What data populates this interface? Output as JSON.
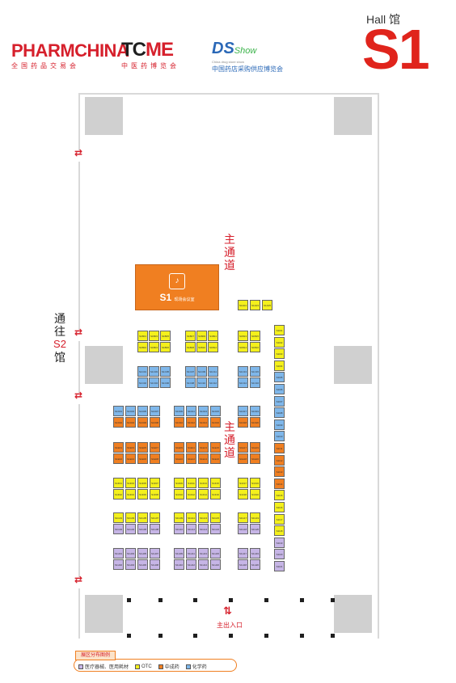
{
  "header": {
    "pharmchina_title": "PHARMCHINA",
    "pharmchina_subtitle": "全国药品交易会",
    "tcme_title_a": "TC",
    "tcme_title_b": "ME",
    "tcme_subtitle": "中医药博览会",
    "dss_title_a": "DS",
    "dss_title_b": "Show",
    "dss_small": "China drug store show",
    "dss_subtitle": "中国药店采购供应博览会",
    "hall_word": "Hall 馆",
    "hall_code": "S1"
  },
  "onsite_office": {
    "icon": "♪",
    "code": "S1",
    "label": "现场会议室"
  },
  "main_aisle_1": [
    "主",
    "通",
    "道"
  ],
  "main_aisle_2": [
    "主",
    "通",
    "道"
  ],
  "to_s2": {
    "top": [
      "通",
      "往"
    ],
    "code": "S2",
    "bottom": "馆"
  },
  "exit": {
    "arrow": "⇅",
    "label": "主出入口"
  },
  "legend": {
    "title": "展区分布图例",
    "items": [
      {
        "label": "医疗器械、医用耗材",
        "color": "#c6b5e6"
      },
      {
        "label": "OTC",
        "color": "#f4f01c"
      },
      {
        "label": "中成药",
        "color": "#f07f21"
      },
      {
        "label": "化学药",
        "color": "#7fb7ea"
      }
    ]
  },
  "colors": {
    "yellow": "#f4f01c",
    "blue": "#7fb7ea",
    "orange": "#f07f21",
    "purple": "#c6b5e6",
    "accent_red": "#d6202c"
  },
  "stands": [
    {
      "id": "S1A01",
      "c": "yel"
    },
    {
      "id": "S1A03",
      "c": "yel"
    },
    {
      "id": "S1A05",
      "c": "yel"
    },
    {
      "id": "S1B01",
      "c": "yel"
    },
    {
      "id": "S1B03",
      "c": "yel"
    },
    {
      "id": "S1B05",
      "c": "yel"
    },
    {
      "id": "S1B02",
      "c": "yel"
    },
    {
      "id": "S1B04",
      "c": "yel"
    },
    {
      "id": "S1B06",
      "c": "yel"
    },
    {
      "id": "S1B07",
      "c": "yel"
    },
    {
      "id": "S1B09",
      "c": "yel"
    },
    {
      "id": "S1B11",
      "c": "yel"
    },
    {
      "id": "S1B08",
      "c": "yel"
    },
    {
      "id": "S1B10",
      "c": "yel"
    },
    {
      "id": "S1B12",
      "c": "yel"
    },
    {
      "id": "S1B13",
      "c": "yel"
    },
    {
      "id": "S1B15",
      "c": "yel"
    },
    {
      "id": "S1B14",
      "c": "yel"
    },
    {
      "id": "S1B16",
      "c": "yel"
    },
    {
      "id": "S1C01",
      "c": "blu"
    },
    {
      "id": "S1C03",
      "c": "blu"
    },
    {
      "id": "S1C05",
      "c": "blu"
    },
    {
      "id": "S1C02",
      "c": "blu"
    },
    {
      "id": "S1C04",
      "c": "blu"
    },
    {
      "id": "S1C06",
      "c": "blu"
    },
    {
      "id": "S1C07",
      "c": "blu"
    },
    {
      "id": "S1C09",
      "c": "blu"
    },
    {
      "id": "S1C11",
      "c": "blu"
    },
    {
      "id": "S1C08",
      "c": "blu"
    },
    {
      "id": "S1C10",
      "c": "blu"
    },
    {
      "id": "S1C12",
      "c": "blu"
    },
    {
      "id": "S1C13",
      "c": "blu"
    },
    {
      "id": "S1C15",
      "c": "blu"
    },
    {
      "id": "S1C14",
      "c": "blu"
    },
    {
      "id": "S1C16",
      "c": "blu"
    },
    {
      "id": "S1D01",
      "c": "blu"
    },
    {
      "id": "S1D03",
      "c": "blu"
    },
    {
      "id": "S1D05",
      "c": "blu"
    },
    {
      "id": "S1D07",
      "c": "blu"
    },
    {
      "id": "S1D02",
      "c": "ora"
    },
    {
      "id": "S1D04",
      "c": "ora"
    },
    {
      "id": "S1D06",
      "c": "ora"
    },
    {
      "id": "S1D08",
      "c": "ora"
    },
    {
      "id": "S1D09",
      "c": "blu"
    },
    {
      "id": "S1D11",
      "c": "blu"
    },
    {
      "id": "S1D13",
      "c": "blu"
    },
    {
      "id": "S1D15",
      "c": "blu"
    },
    {
      "id": "S1D10",
      "c": "ora"
    },
    {
      "id": "S1D12",
      "c": "ora"
    },
    {
      "id": "S1D14",
      "c": "ora"
    },
    {
      "id": "S1D16",
      "c": "ora"
    },
    {
      "id": "S1D17",
      "c": "blu"
    },
    {
      "id": "S1D19",
      "c": "blu"
    },
    {
      "id": "S1D18",
      "c": "ora"
    },
    {
      "id": "S1D20",
      "c": "ora"
    },
    {
      "id": "S1E01",
      "c": "ora"
    },
    {
      "id": "S1E03",
      "c": "ora"
    },
    {
      "id": "S1E05",
      "c": "ora"
    },
    {
      "id": "S1E07",
      "c": "ora"
    },
    {
      "id": "S1E02",
      "c": "ora"
    },
    {
      "id": "S1E04",
      "c": "ora"
    },
    {
      "id": "S1E06",
      "c": "ora"
    },
    {
      "id": "S1E08",
      "c": "ora"
    },
    {
      "id": "S1E09",
      "c": "ora"
    },
    {
      "id": "S1E11",
      "c": "ora"
    },
    {
      "id": "S1E13",
      "c": "ora"
    },
    {
      "id": "S1E15",
      "c": "ora"
    },
    {
      "id": "S1E10",
      "c": "ora"
    },
    {
      "id": "S1E12",
      "c": "ora"
    },
    {
      "id": "S1E14",
      "c": "ora"
    },
    {
      "id": "S1E16",
      "c": "ora"
    },
    {
      "id": "S1E17",
      "c": "ora"
    },
    {
      "id": "S1E19",
      "c": "ora"
    },
    {
      "id": "S1E18",
      "c": "ora"
    },
    {
      "id": "S1E20",
      "c": "ora"
    },
    {
      "id": "S1F01",
      "c": "yel"
    },
    {
      "id": "S1F03",
      "c": "yel"
    },
    {
      "id": "S1F05",
      "c": "yel"
    },
    {
      "id": "S1F07",
      "c": "yel"
    },
    {
      "id": "S1F02",
      "c": "yel"
    },
    {
      "id": "S1F04",
      "c": "yel"
    },
    {
      "id": "S1F06",
      "c": "yel"
    },
    {
      "id": "S1F08",
      "c": "yel"
    },
    {
      "id": "S1F09",
      "c": "yel"
    },
    {
      "id": "S1F11",
      "c": "yel"
    },
    {
      "id": "S1F13",
      "c": "yel"
    },
    {
      "id": "S1F15",
      "c": "yel"
    },
    {
      "id": "S1F10",
      "c": "yel"
    },
    {
      "id": "S1F12",
      "c": "yel"
    },
    {
      "id": "S1F14",
      "c": "yel"
    },
    {
      "id": "S1F16",
      "c": "yel"
    },
    {
      "id": "S1F17",
      "c": "yel"
    },
    {
      "id": "S1F19",
      "c": "yel"
    },
    {
      "id": "S1F18",
      "c": "yel"
    },
    {
      "id": "S1F20",
      "c": "yel"
    },
    {
      "id": "S1G01",
      "c": "yel"
    },
    {
      "id": "S1G03",
      "c": "yel"
    },
    {
      "id": "S1G05",
      "c": "yel"
    },
    {
      "id": "S1G07",
      "c": "yel"
    },
    {
      "id": "S1G02",
      "c": "pur"
    },
    {
      "id": "S1G04",
      "c": "pur"
    },
    {
      "id": "S1G06",
      "c": "pur"
    },
    {
      "id": "S1G08",
      "c": "pur"
    },
    {
      "id": "S1G09",
      "c": "yel"
    },
    {
      "id": "S1G11",
      "c": "yel"
    },
    {
      "id": "S1G13",
      "c": "yel"
    },
    {
      "id": "S1G15",
      "c": "yel"
    },
    {
      "id": "S1G10",
      "c": "pur"
    },
    {
      "id": "S1G12",
      "c": "pur"
    },
    {
      "id": "S1G14",
      "c": "pur"
    },
    {
      "id": "S1G16",
      "c": "pur"
    },
    {
      "id": "S1G17",
      "c": "yel"
    },
    {
      "id": "S1G19",
      "c": "yel"
    },
    {
      "id": "S1G18",
      "c": "pur"
    },
    {
      "id": "S1G20",
      "c": "pur"
    },
    {
      "id": "S1H01",
      "c": "pur"
    },
    {
      "id": "S1H03",
      "c": "pur"
    },
    {
      "id": "S1H05",
      "c": "pur"
    },
    {
      "id": "S1H07",
      "c": "pur"
    },
    {
      "id": "S1H02",
      "c": "pur"
    },
    {
      "id": "S1H04",
      "c": "pur"
    },
    {
      "id": "S1H06",
      "c": "pur"
    },
    {
      "id": "S1H08",
      "c": "pur"
    },
    {
      "id": "S1H09",
      "c": "pur"
    },
    {
      "id": "S1H11",
      "c": "pur"
    },
    {
      "id": "S1H13",
      "c": "pur"
    },
    {
      "id": "S1H15",
      "c": "pur"
    },
    {
      "id": "S1H10",
      "c": "pur"
    },
    {
      "id": "S1H12",
      "c": "pur"
    },
    {
      "id": "S1H14",
      "c": "pur"
    },
    {
      "id": "S1H16",
      "c": "pur"
    },
    {
      "id": "S1H17",
      "c": "pur"
    },
    {
      "id": "S1H19",
      "c": "pur"
    },
    {
      "id": "S1H18",
      "c": "pur"
    },
    {
      "id": "S1H20",
      "c": "pur"
    },
    {
      "id": "S1I01",
      "c": "yel"
    },
    {
      "id": "S1I02",
      "c": "yel"
    },
    {
      "id": "S1I03",
      "c": "yel"
    },
    {
      "id": "S1I04",
      "c": "yel"
    },
    {
      "id": "S1I05",
      "c": "blu"
    },
    {
      "id": "S1I06",
      "c": "blu"
    },
    {
      "id": "S1I07",
      "c": "blu"
    },
    {
      "id": "S1I08",
      "c": "blu"
    },
    {
      "id": "S1I09",
      "c": "blu"
    },
    {
      "id": "S1I10",
      "c": "blu"
    },
    {
      "id": "S1I11",
      "c": "ora"
    },
    {
      "id": "S1I12",
      "c": "ora"
    },
    {
      "id": "S1I13",
      "c": "ora"
    },
    {
      "id": "S1I14",
      "c": "ora"
    },
    {
      "id": "S1I15",
      "c": "yel"
    },
    {
      "id": "S1I16",
      "c": "yel"
    },
    {
      "id": "S1I17",
      "c": "yel"
    },
    {
      "id": "S1I18",
      "c": "yel"
    },
    {
      "id": "S1I19",
      "c": "pur"
    },
    {
      "id": "S1I20",
      "c": "pur"
    },
    {
      "id": "S1I21",
      "c": "pur"
    }
  ]
}
